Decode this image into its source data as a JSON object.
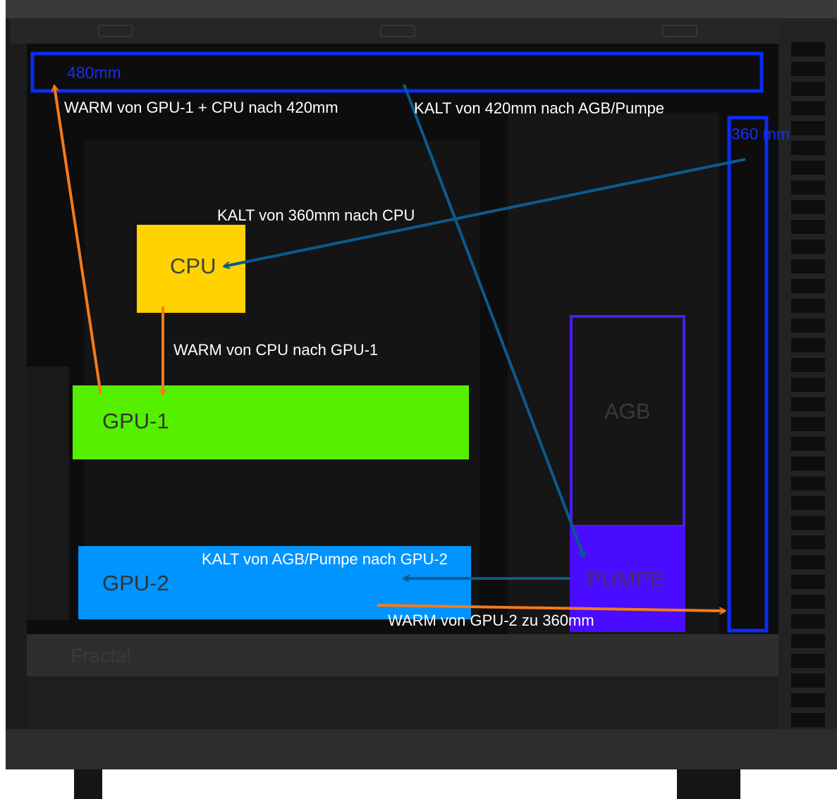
{
  "radiators": {
    "top": "480mm",
    "side": "360 mm"
  },
  "components": {
    "cpu": "CPU",
    "gpu1": "GPU-1",
    "gpu2": "GPU-2",
    "agb": "AGB",
    "pump": "PUMPE"
  },
  "flows": {
    "warm_top": "WARM von GPU-1 + CPU nach 420mm",
    "cold_top": "KALT von 420mm nach AGB/Pumpe",
    "cold_cpu": "KALT von 360mm nach CPU",
    "warm_cpu": "WARM von CPU nach GPU-1",
    "cold_gpu2": "KALT von AGB/Pumpe nach GPU-2",
    "warm_gpu2": "WARM von GPU-2 zu 360mm"
  },
  "case_logo": "Fractal",
  "colors": {
    "warm": "#f57a1a",
    "cold": "#0c5a8c",
    "radiator": "#0a2cf5",
    "cpu": "#ffd200",
    "gpu1": "#55f000",
    "gpu2": "#0094ff",
    "pump": "#4a0cff"
  }
}
